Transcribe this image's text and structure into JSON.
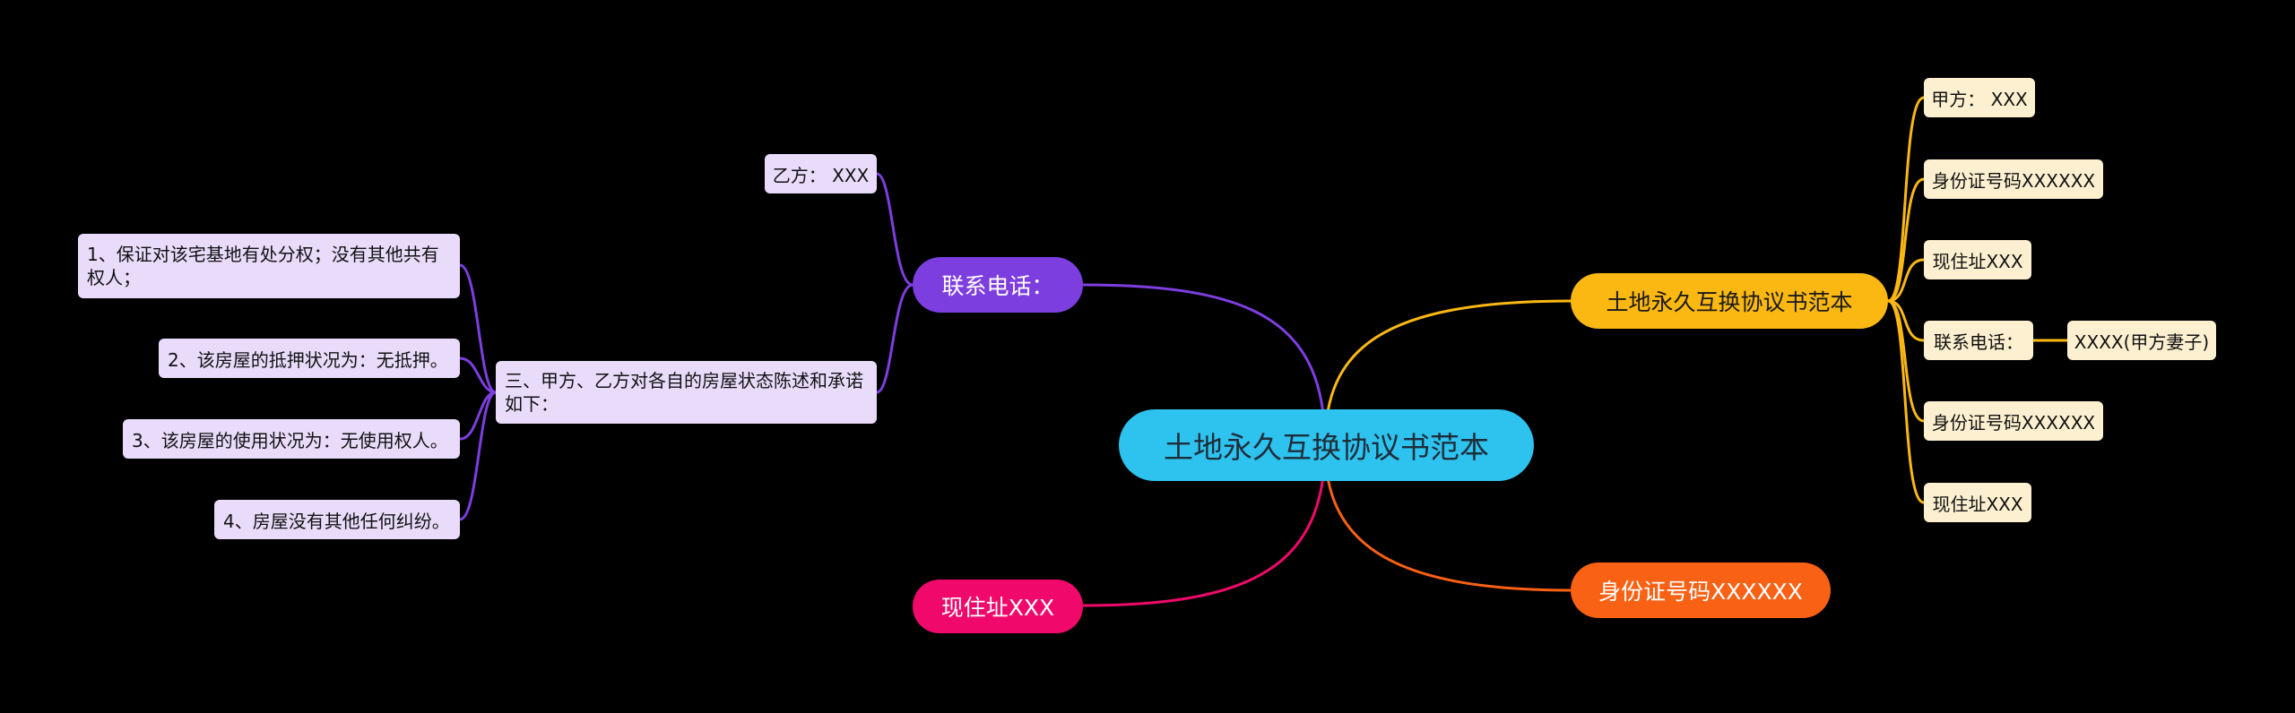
{
  "root": {
    "label": "土地永久互换协议书范本",
    "color": "#2ec2ee"
  },
  "branches": {
    "contact": {
      "label": "联系电话：",
      "color": "#7d3ee0",
      "children": [
        {
          "label": "乙方： XXX"
        },
        {
          "label": "三、甲方、乙方对各自的房屋状态陈述和承诺如下：",
          "children": [
            {
              "label": "1、保证对该宅基地有处分权；没有其他共有权人；"
            },
            {
              "label": "2、该房屋的抵押状况为：无抵押。"
            },
            {
              "label": "3、该房屋的使用状况为：无使用权人。"
            },
            {
              "label": "4、房屋没有其他任何纠纷。"
            }
          ]
        }
      ]
    },
    "address": {
      "label": "现住址XXX",
      "color": "#f0096b"
    },
    "title": {
      "label": "土地永久互换协议书范本",
      "color": "#fbb812",
      "children": [
        {
          "label": "甲方： XXX"
        },
        {
          "label": "身份证号码XXXXXX"
        },
        {
          "label": "现住址XXX"
        },
        {
          "label": "联系电话：",
          "sub": "XXXX(甲方妻子)"
        },
        {
          "label": "身份证号码XXXXXX"
        },
        {
          "label": "现住址XXX"
        }
      ]
    },
    "id": {
      "label": "身份证号码XXXXXX",
      "color": "#f96114"
    }
  }
}
